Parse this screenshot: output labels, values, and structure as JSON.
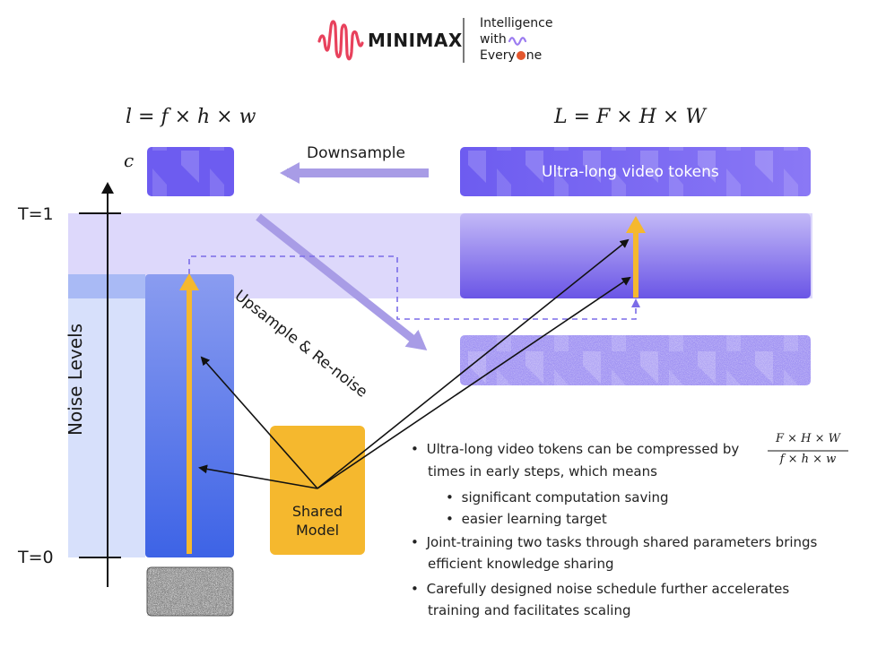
{
  "brand": {
    "name": "MINIMAX",
    "tagline_line1": "Intelligence",
    "tagline_line2": "with",
    "tagline_line3_a": "Every",
    "tagline_line3_b": "ne",
    "accent_color": "#e4572e"
  },
  "formulas": {
    "small": "l = f × h × w",
    "large": "L = F × H × W",
    "channel": "c"
  },
  "labels": {
    "downsample": "Downsample",
    "upsample": "Upsample & Re-noise",
    "ultra_tokens": "Ultra-long video tokens",
    "noise_levels": "Noise Levels",
    "t1": "T=1",
    "t0": "T=0",
    "shared_model_line1": "Shared",
    "shared_model_line2": "Model"
  },
  "bullets": {
    "b1_prefix": "Ultra-long video tokens can be compressed by",
    "b1_num": "F × H × W",
    "b1_den": "f × h × w",
    "b1_suffix": "times in early steps, which means",
    "sub1": "significant computation saving",
    "sub2": "easier learning target",
    "b2_line1": "Joint-training two tasks through shared parameters brings",
    "b2_line2": "efficient knowledge sharing",
    "b3_line1": "Carefully designed noise schedule further accelerates",
    "b3_line2": "training and facilitates scaling"
  },
  "colors": {
    "purple_block": "#7b6cf0",
    "blue_column": "#4a6be8",
    "yellow": "#f5b82e",
    "band": "#ddd8fb"
  }
}
